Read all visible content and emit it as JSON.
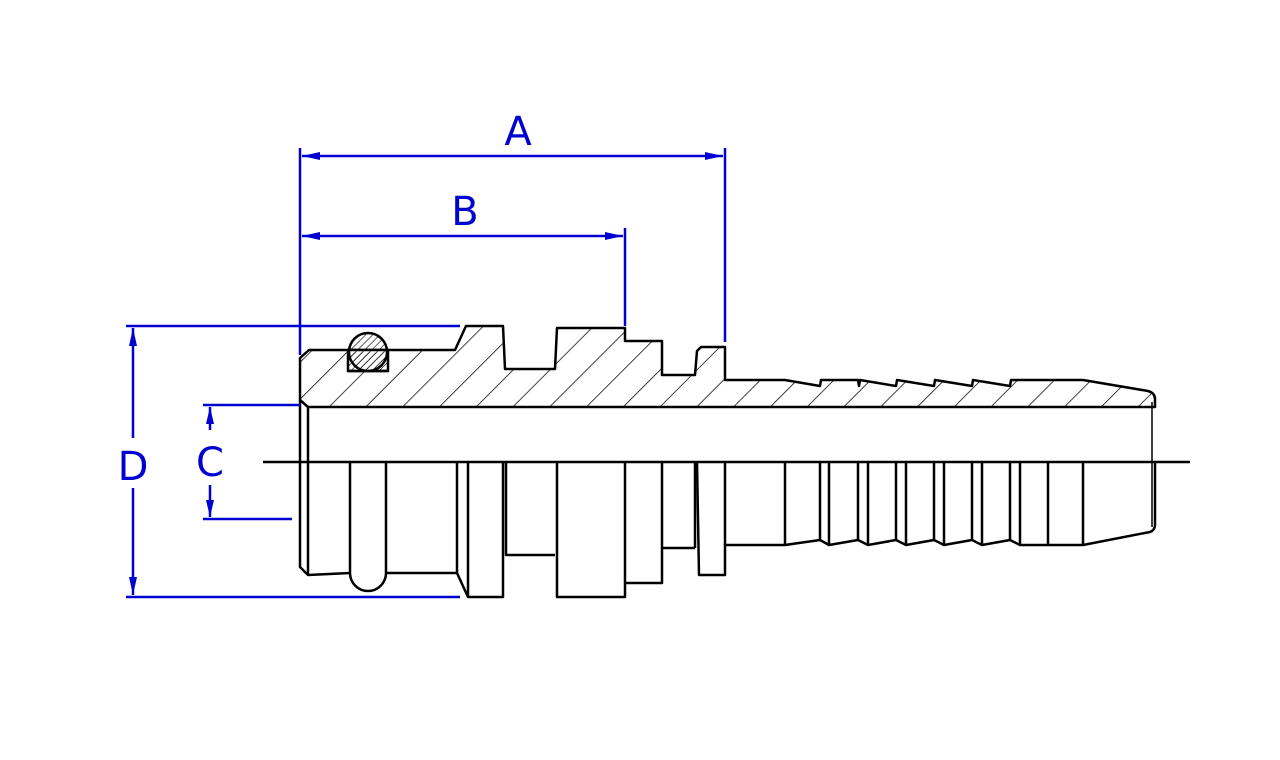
{
  "drawing": {
    "dimensions": [
      {
        "id": "A",
        "label": "A"
      },
      {
        "id": "B",
        "label": "B"
      },
      {
        "id": "C",
        "label": "C"
      },
      {
        "id": "D",
        "label": "D"
      }
    ],
    "colors": {
      "dimension": "#0000d0",
      "outline": "#000000"
    }
  }
}
